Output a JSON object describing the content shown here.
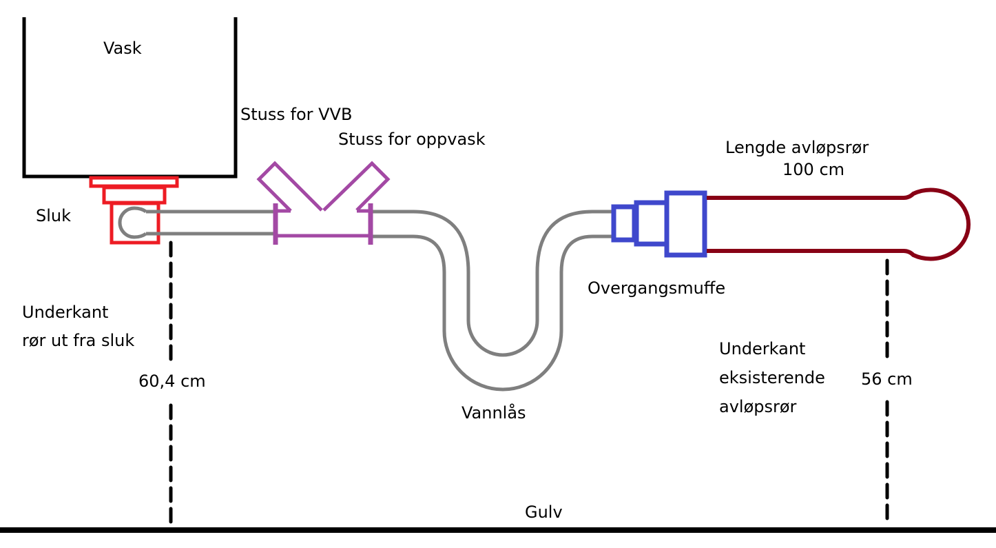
{
  "title": "Avløp fra vask – skisse",
  "colors": {
    "outline": "#000000",
    "drain": "#ed1c24",
    "trap_pipe": "#7f7f7f",
    "tee_fitting": "#a349a4",
    "adapter": "#3f48cc",
    "existing_pipe": "#880015",
    "background": "#ffffff"
  },
  "components": {
    "sink": {
      "label": "Vask"
    },
    "drain": {
      "label": "Sluk"
    },
    "stub_vvb": {
      "label": "Stuss for VVB"
    },
    "stub_dishwasher": {
      "label": "Stuss for oppvask"
    },
    "trap": {
      "label": "Vannlås"
    },
    "adapter": {
      "label": "Overgangsmuffe"
    },
    "existing_pipe": {
      "label_line1": "Lengde avløpsrør",
      "label_line2": "100 cm",
      "length_cm": 100
    },
    "floor": {
      "label": "Gulv"
    }
  },
  "measurements": {
    "drain_outlet": {
      "label_line1": "Underkant",
      "label_line2": "rør ut fra sluk",
      "value": "60,4 cm",
      "height_cm": 60.4
    },
    "existing_pipe": {
      "label_line1": "Underkant",
      "label_line2": "eksisterende",
      "label_line3": "avløpsrør",
      "value": "56 cm",
      "height_cm": 56
    }
  }
}
